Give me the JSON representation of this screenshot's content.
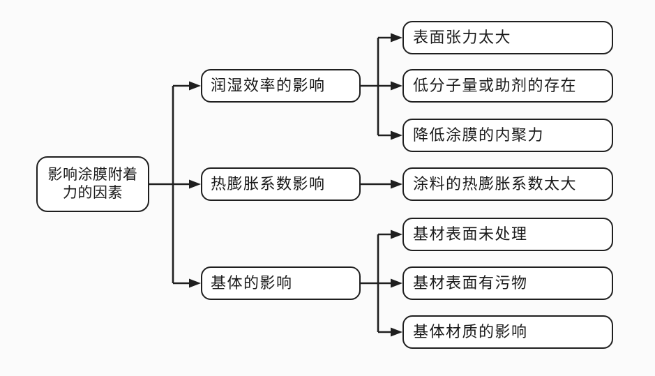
{
  "diagram": {
    "title": "影响涂膜附着力的因素",
    "root": {
      "label": "影响涂膜附着力的因素",
      "lines": [
        "影响涂膜附着",
        "力的因素"
      ]
    },
    "branches": [
      {
        "label": "润湿效率的影响",
        "children": [
          "表面张力太大",
          "低分子量或助剂的存在",
          "降低涂膜的内聚力"
        ]
      },
      {
        "label": "热膨胀系数影响",
        "children": [
          "涂料的热膨胀系数太大"
        ]
      },
      {
        "label": "基体的影响",
        "children": [
          "基材表面未处理",
          "基材表面有污物",
          "基体材质的影响"
        ]
      }
    ],
    "colors": {
      "line": "#1f1f1f",
      "box_border": "#1f1f1f",
      "box_fill": "#ffffff",
      "background": "#fbfbfb",
      "text": "#1a1a1a"
    }
  }
}
